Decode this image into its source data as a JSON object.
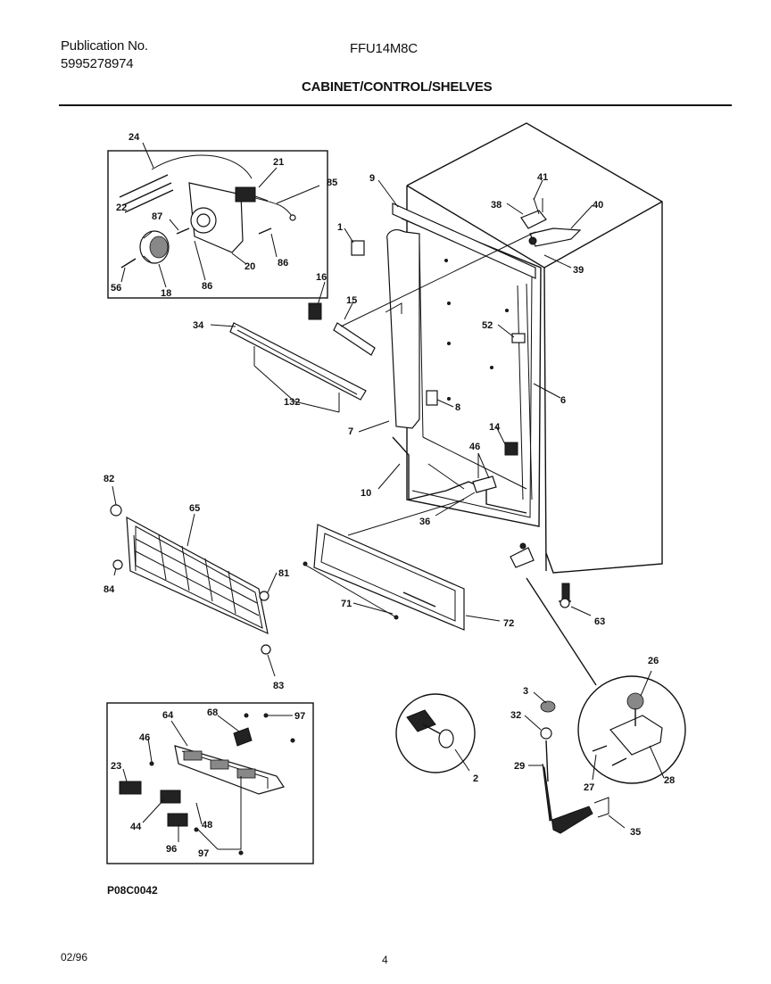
{
  "header": {
    "publication_label": "Publication No.",
    "publication_number": "5995278974",
    "model": "FFU14M8C",
    "section_title": "CABINET/CONTROL/SHELVES"
  },
  "footer": {
    "figure_code": "P08C0042",
    "date": "02/96",
    "page_number": "4"
  },
  "callouts": {
    "c24": "24",
    "c21": "21",
    "c85": "85",
    "c22": "22",
    "c87": "87",
    "c20": "20",
    "c86a": "86",
    "c56": "56",
    "c18": "18",
    "c86b": "86",
    "c9": "9",
    "c1": "1",
    "c16": "16",
    "c15": "15",
    "c34": "34",
    "c132": "132",
    "c7": "7",
    "c10": "10",
    "c41": "41",
    "c38": "38",
    "c40": "40",
    "c39": "39",
    "c52": "52",
    "c8a": "8",
    "c6": "6",
    "c14": "14",
    "c46a": "46",
    "c36": "36",
    "c82": "82",
    "c65": "65",
    "c84": "84",
    "c81": "81",
    "c83": "83",
    "c71": "71",
    "c72": "72",
    "c63": "63",
    "c64": "64",
    "c68": "68",
    "c97a": "97",
    "c46b": "46",
    "c23": "23",
    "c44": "44",
    "c48": "48",
    "c96": "96",
    "c97b": "97",
    "c2": "2",
    "c3": "3",
    "c32": "32",
    "c29": "29",
    "c35": "35",
    "c26": "26",
    "c27": "27",
    "c28": "28"
  }
}
